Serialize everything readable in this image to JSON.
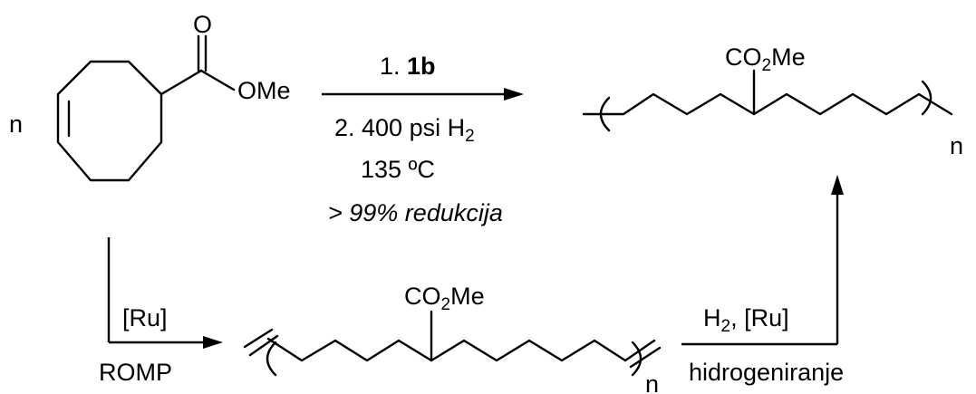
{
  "monomer": {
    "n_label": "n",
    "carbonyl_o": "O",
    "ome_label": "OMe"
  },
  "top_reaction": {
    "step1_prefix": "1. ",
    "step1_catalyst": "1b",
    "step2_prefix": "2. 400 psi H",
    "step2_sub": "2",
    "temperature": "135 ºC",
    "reduction": "> 99% redukcija"
  },
  "saturated_polymer": {
    "group_co": "CO",
    "group_sub": "2",
    "group_me": "Me",
    "n_label": "n"
  },
  "romp_step": {
    "catalyst": "[Ru]",
    "name": "ROMP"
  },
  "unsaturated_polymer": {
    "group_co": "CO",
    "group_sub": "2",
    "group_me": "Me",
    "n_label": "n"
  },
  "hydrogenation_step": {
    "reagent_h": "H",
    "reagent_sub": "2",
    "reagent_rest": ", [Ru]",
    "name": "hidrogeniranje"
  }
}
